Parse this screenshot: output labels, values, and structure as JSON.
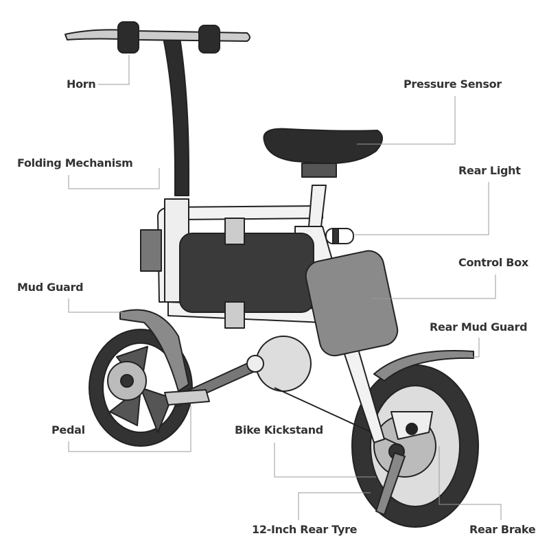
{
  "title": "Electric Folding Bike Parts Diagram",
  "labels": {
    "horn": "Horn",
    "pressure_sensor": "Pressure Sensor",
    "folding_mechanism": "Folding Mechanism",
    "rear_light": "Rear Light",
    "control_box": "Control Box",
    "mud_guard": "Mud Guard",
    "rear_mud_guard": "Rear Mud Guard",
    "pedal": "Pedal",
    "bike_kickstand": "Bike Kickstand",
    "rear_tyre": "12-Inch Rear Tyre",
    "rear_brake": "Rear Brake"
  },
  "colors": {
    "label": "#333333",
    "leader": "#9a9a9a",
    "tyre": "#333333",
    "frame": "#f2f2f2",
    "battery": "#3a3a3a",
    "guard": "#8a8a8a"
  }
}
